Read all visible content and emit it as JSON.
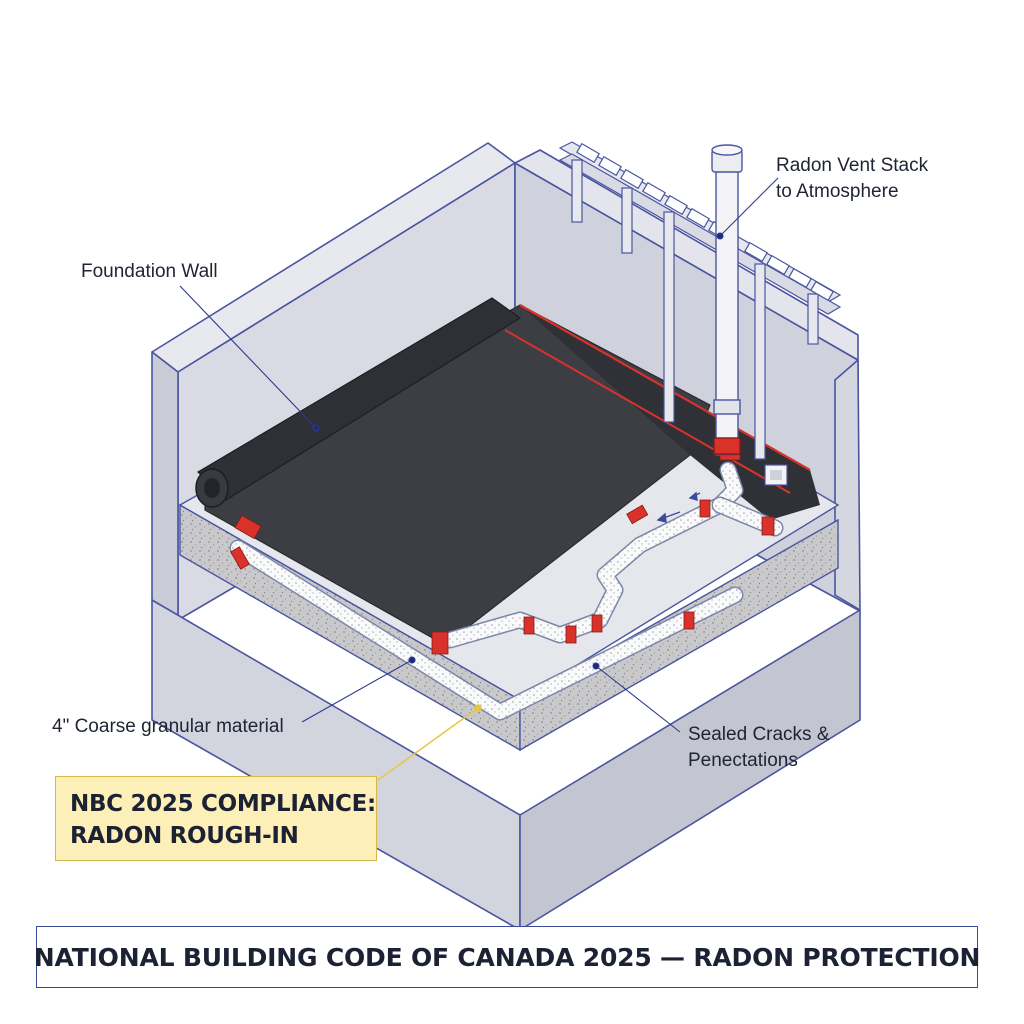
{
  "labels": {
    "foundation_wall": "Foundation Wall",
    "vent_stack_line1": "Radon Vent Stack",
    "vent_stack_line2": "to Atmosphere",
    "gravel": "4\"  Coarse granular material",
    "sealed_line1": "Sealed Cracks &",
    "sealed_line2": "Penectations"
  },
  "compliance_box": {
    "line1": "NBC 2025 COMPLIANCE:",
    "line2": "RADON ROUGH-IN"
  },
  "footer": {
    "title": "NATIONAL BUILDING CODE OF CANADA 2025 — RADON PROTECTION"
  },
  "colors": {
    "wall": "#dcdde6",
    "outline": "#4a55a0",
    "membrane": "#3d3f45",
    "tape": "#d8322b",
    "gravel": "#c4c4c8",
    "highlight": "#fdefb8"
  }
}
